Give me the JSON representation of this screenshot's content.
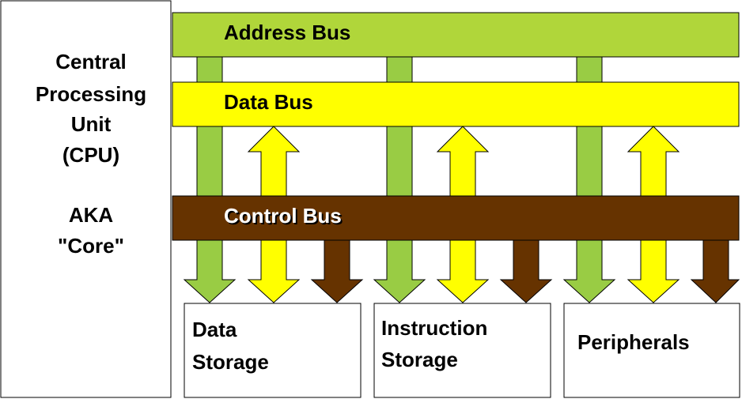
{
  "cpu": {
    "title_lines": [
      "Central",
      "Processing",
      "Unit",
      "(CPU)"
    ],
    "aka_lines": [
      "AKA",
      "\"Core\""
    ]
  },
  "buses": {
    "address": {
      "label": "Address Bus",
      "color": "#b0d63a"
    },
    "data": {
      "label": "Data Bus",
      "color": "#ffff00"
    },
    "control": {
      "label": "Control Bus",
      "color": "#663300"
    }
  },
  "units": [
    {
      "name": "data-storage",
      "lines": [
        "Data",
        "Storage"
      ]
    },
    {
      "name": "instruction-storage",
      "lines": [
        "Instruction",
        "Storage"
      ]
    },
    {
      "name": "peripherals",
      "lines": [
        "Peripherals"
      ]
    }
  ],
  "colors": {
    "address_arrow": "#99cc44",
    "data_arrow": "#ffff00",
    "control_arrow": "#663300",
    "outline": "#000000",
    "label_shadow": "#000000"
  }
}
